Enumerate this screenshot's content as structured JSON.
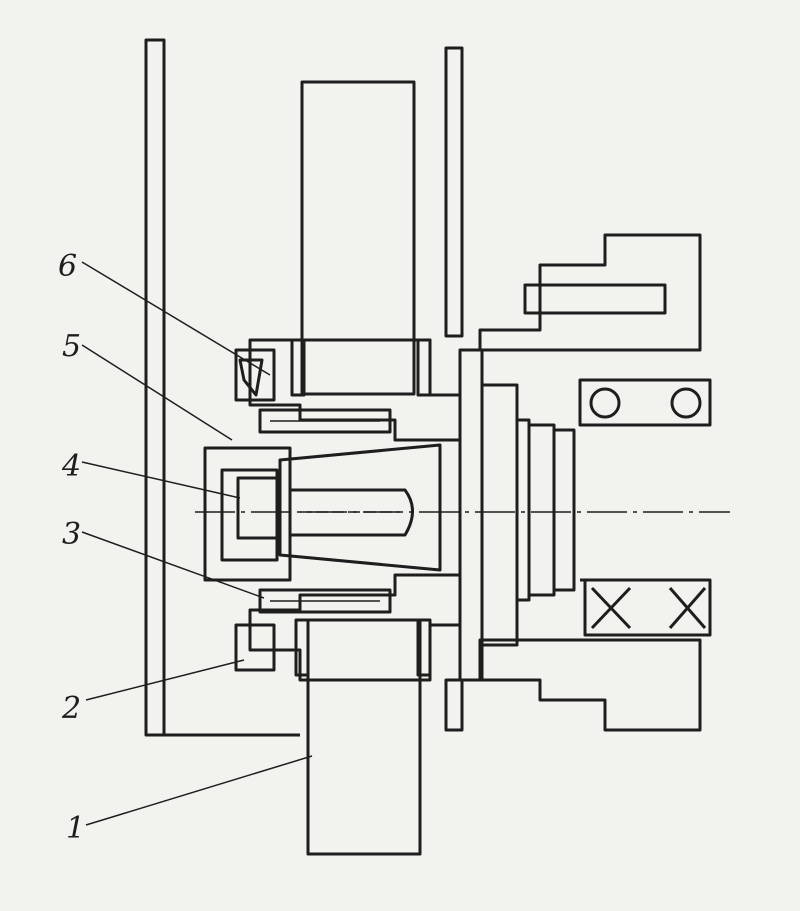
{
  "labels": {
    "l1": "1",
    "l2": "2",
    "l3": "3",
    "l4": "4",
    "l5": "5",
    "l6": "6"
  },
  "colors": {
    "ink": "#1e1e1e",
    "paper": "#f2f2ee"
  }
}
